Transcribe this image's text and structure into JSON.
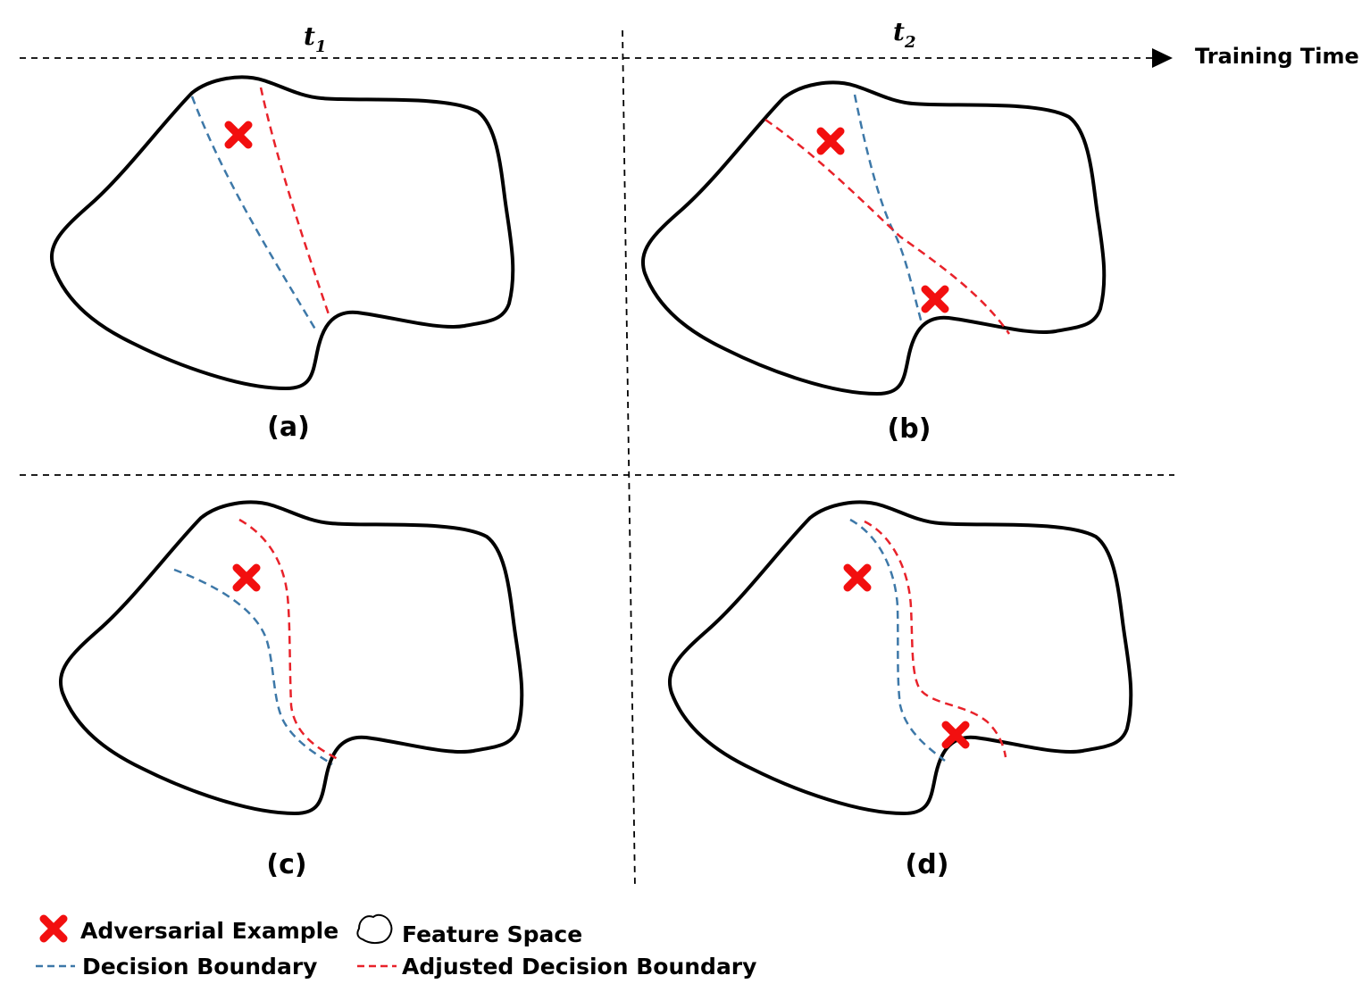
{
  "colors": {
    "decision_boundary": "#3d78a8",
    "adjusted_boundary": "#e8222a",
    "adversarial": "#f20f0f",
    "outline": "#000000"
  },
  "axis": {
    "t1": "t",
    "t1_sub": "1",
    "t2": "t",
    "t2_sub": "2",
    "label": "Training Time"
  },
  "panels": {
    "a": "(a)",
    "b": "(b)",
    "c": "(c)",
    "d": "(d)"
  },
  "legend": {
    "adversarial": "Adversarial Example",
    "feature_space": "Feature Space",
    "decision": "Decision Boundary",
    "adjusted": "Adjusted Decision Boundary"
  },
  "icons": {
    "adversarial": "red-x-mark",
    "feature_space": "blob-outline",
    "arrow": "arrow-right"
  }
}
